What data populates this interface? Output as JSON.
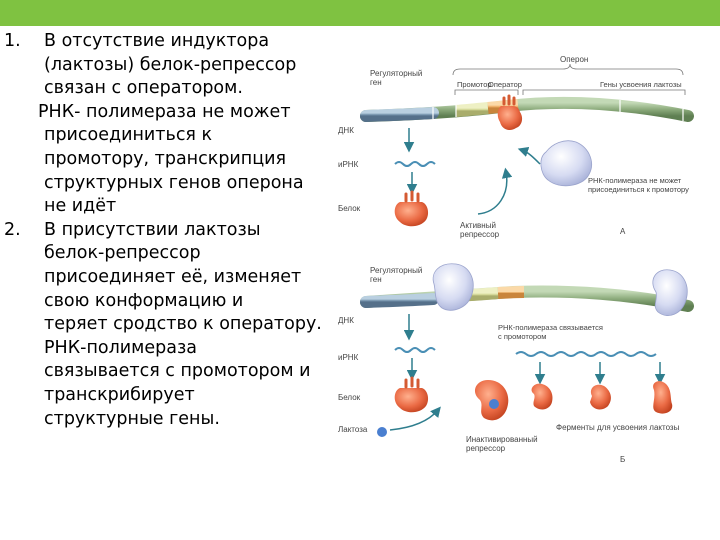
{
  "colors": {
    "header_bar": "#7fc241",
    "dna": "#8cab7c",
    "promoter": "#d7db9a",
    "operator_highlight": "#f2b36b",
    "repressor": "#e8603b",
    "polymerase": "#cdd3ee",
    "lactose": "#4a7fd0",
    "rna": "#4a8fb5"
  },
  "text": {
    "item1": {
      "number": "1.",
      "lines": [
        "В отсутствие индуктора",
        "(лактозы) белок-репрессор",
        "связан с оператором.",
        "РНК- полимераза не может",
        "присоединиться к",
        "промотору, транскрипция",
        "структурных генов оперона",
        "не идёт"
      ]
    },
    "item2": {
      "number": "2.",
      "lines": [
        "В присутствии лактозы",
        "белок-репрессор",
        "присоединяет её, изменяет",
        "свою конформацию и",
        "теряет сродство к оператору.",
        "РНК-полимераза",
        "связывается с промотором и",
        "транскрибирует",
        "структурные гены."
      ]
    }
  },
  "figure": {
    "panel_a": {
      "regulator_gene": [
        "Регуляторный",
        "ген"
      ],
      "operon": "Оперон",
      "promoter": "Промотор",
      "operator": "Оператор",
      "lactose_genes": "Гены усвоения лактозы",
      "dna": "ДНК",
      "mrna": "иРНК",
      "protein": "Белок",
      "active_repressor": [
        "Активный",
        "репрессор"
      ],
      "polymerase_note": [
        "РНК-полимераза не может",
        "присоединиться к промотору"
      ],
      "letter": "А"
    },
    "panel_b": {
      "regulator_gene": [
        "Регуляторный",
        "ген"
      ],
      "dna": "ДНК",
      "mrna": "иРНК",
      "protein": "Белок",
      "lactose": "Лактоза",
      "polymerase_note": [
        "РНК-полимераза связывается",
        "с промотором"
      ],
      "inactive_repressor": [
        "Инактивированный",
        "репрессор"
      ],
      "enzymes": "Ферменты для усвоения лактозы",
      "letter": "Б"
    }
  }
}
